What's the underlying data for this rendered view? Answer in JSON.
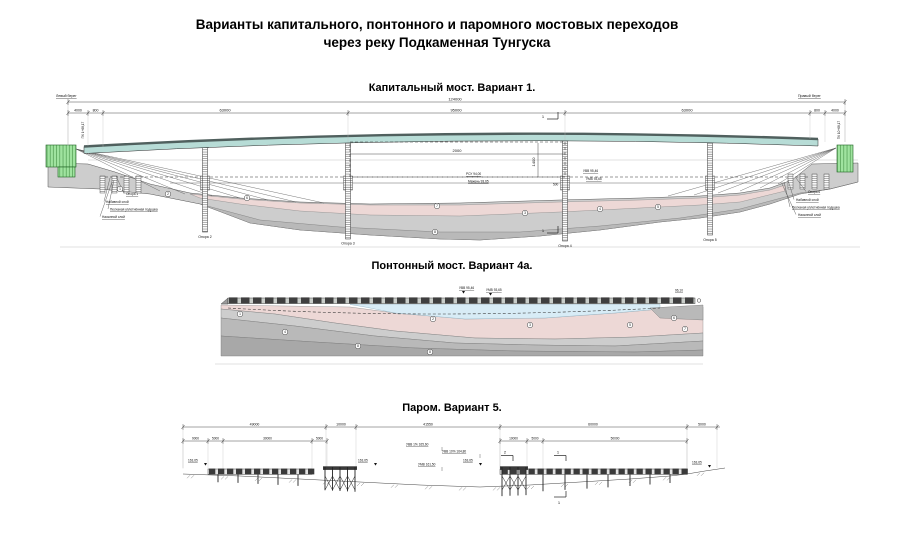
{
  "page": {
    "title_line1": "Варианты капитального, понтонного и паромного мостовых переходов",
    "title_line2": "через реку Подкаменная Тунгуска"
  },
  "capital": {
    "title": "Капитальный мост. Вариант 1.",
    "bank_left": "Левый берег",
    "bank_right": "Правый берег",
    "dim_total": "124000",
    "spans": [
      "4000",
      "800",
      "63000",
      "95000",
      "63000",
      "800",
      "4000"
    ],
    "pk_left": "ПК 1+68,17",
    "pk_right": "ПК 10+68,17",
    "nav_w": "2000",
    "nav_h": "1400",
    "rsu": "РСУ 94,00",
    "mezhen": "Межень 93,65",
    "uvv": "УВВ 95,46",
    "umv": "УМВ 93,65",
    "d500": "500",
    "piers": [
      "Опора 2",
      "Опора 3",
      "Опора 4",
      "Опора 5"
    ],
    "leaders_left": [
      "Опора 1",
      "Набивной слой",
      "Песчаная уплотнённая подушка",
      "Насыпной слой"
    ],
    "leaders_right": [
      "Опора 6",
      "Набивной слой",
      "Песчаная уплотнённая подушка",
      "Насыпной слой"
    ],
    "marks": [
      "1",
      "2",
      "6",
      "7",
      "3",
      "4",
      "5",
      "8"
    ],
    "section": "1"
  },
  "pontoon": {
    "title": "Понтонный мост. Вариант 4а.",
    "uvv": "УВВ 95,46",
    "umv": "УМВ 93,65",
    "right_level": "96,10",
    "marks": [
      "1",
      "2",
      "3",
      "4",
      "5",
      "6",
      "7",
      "8",
      "8"
    ]
  },
  "ferry": {
    "title": "Паром. Вариант 5.",
    "dims_a": [
      "49000",
      "10000",
      "41550",
      "60000",
      "5000"
    ],
    "dims_b_left": [
      "9000",
      "5000",
      "30000",
      "5000"
    ],
    "dims_b_right": [
      "10000",
      "5000",
      "50000"
    ],
    "level": "163,65",
    "uvv1": "УВВ 1% 165,60",
    "uvv10": "УВВ 10% 164,80",
    "umv": "УМВ 161,50",
    "s1": "1",
    "s2": "2"
  },
  "colors": {
    "deck": "#b7dcd6",
    "deck_top": "#50605e",
    "embankment": "#9fe39f",
    "embankment_hatch": "#2f7d32",
    "soil_light": "#cdcdcd",
    "soil_mid": "#b9b9b9",
    "soil_dark": "#a8a8a8",
    "pink": "#edd8d6",
    "water": "#d8ecf6",
    "line": "#333333"
  }
}
